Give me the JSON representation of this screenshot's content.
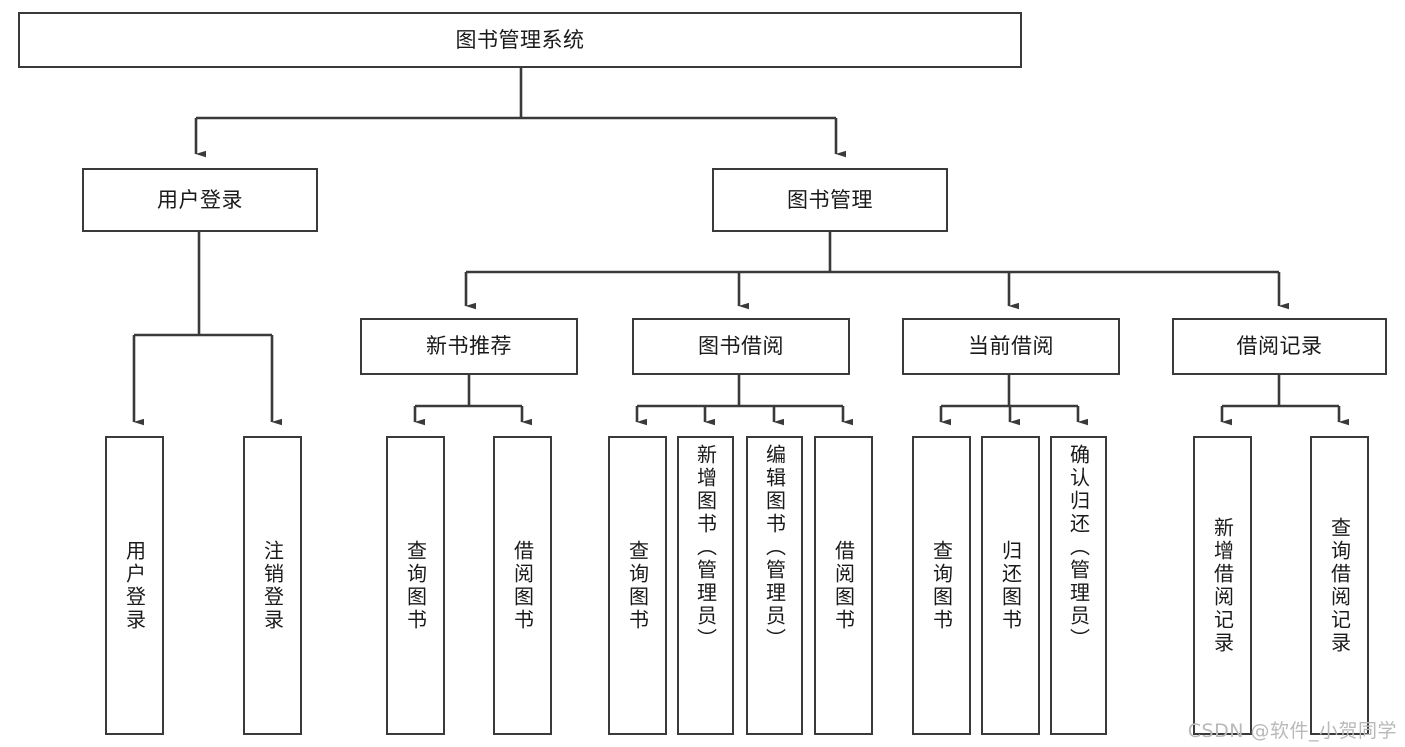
{
  "diagram": {
    "type": "tree-hierarchy",
    "title": "图书管理系统",
    "root": {
      "id": "root",
      "label": "图书管理系统"
    },
    "level2": [
      {
        "id": "user-login",
        "label": "用户登录"
      },
      {
        "id": "book-manage",
        "label": "图书管理"
      }
    ],
    "level3": [
      {
        "id": "new-book-rec",
        "label": "新书推荐",
        "parent": "book-manage"
      },
      {
        "id": "book-borrow",
        "label": "图书借阅",
        "parent": "book-manage"
      },
      {
        "id": "current-borrow",
        "label": "当前借阅",
        "parent": "book-manage"
      },
      {
        "id": "borrow-record",
        "label": "借阅记录",
        "parent": "book-manage"
      }
    ],
    "leaves": [
      {
        "id": "leaf-user-login",
        "label": "用户登录",
        "parent": "user-login"
      },
      {
        "id": "leaf-logout-login",
        "label": "注销登录",
        "parent": "user-login"
      },
      {
        "id": "leaf-query-book-1",
        "label": "查询图书",
        "parent": "new-book-rec"
      },
      {
        "id": "leaf-borrow-book-1",
        "label": "借阅图书",
        "parent": "new-book-rec"
      },
      {
        "id": "leaf-query-book-2",
        "label": "查询图书",
        "parent": "book-borrow"
      },
      {
        "id": "leaf-add-book",
        "label": "新增图书（管理员）",
        "parent": "book-borrow"
      },
      {
        "id": "leaf-edit-book",
        "label": "编辑图书（管理员）",
        "parent": "book-borrow"
      },
      {
        "id": "leaf-borrow-book-2",
        "label": "借阅图书",
        "parent": "book-borrow"
      },
      {
        "id": "leaf-query-book-3",
        "label": "查询图书",
        "parent": "current-borrow"
      },
      {
        "id": "leaf-return-book",
        "label": "归还图书",
        "parent": "current-borrow"
      },
      {
        "id": "leaf-confirm-return",
        "label": "确认归还（管理员）",
        "parent": "current-borrow"
      },
      {
        "id": "leaf-add-record",
        "label": "新增借阅记录",
        "parent": "borrow-record"
      },
      {
        "id": "leaf-query-record",
        "label": "查询借阅记录",
        "parent": "borrow-record"
      }
    ],
    "colors": {
      "stroke": "#3a3a3a",
      "fill": "#ffffff",
      "text": "#1a1a1a",
      "watermark": "#b9b9b9"
    }
  },
  "watermark": {
    "text": "CSDN @软件_小贺同学"
  }
}
